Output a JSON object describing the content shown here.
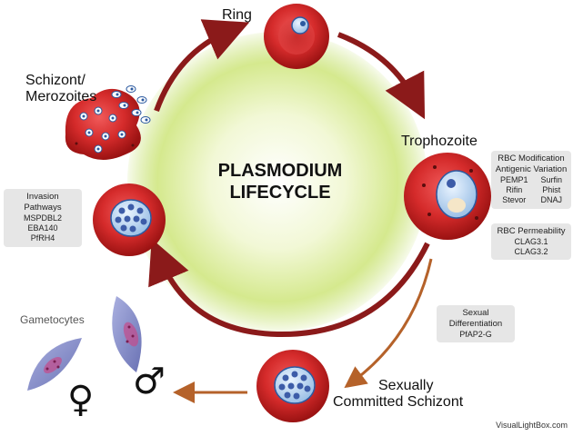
{
  "diagram": {
    "title_line1": "PLASMODIUM",
    "title_line2": "LIFECYCLE",
    "stages": {
      "ring": "Ring",
      "trophozoite": "Trophozoite",
      "schizont_line1": "Schizont/",
      "schizont_line2": "Merozoites",
      "committed_line1": "Sexually",
      "committed_line2": "Committed Schizont",
      "gametocytes": "Gametocytes"
    },
    "boxes": {
      "invasion": {
        "title": "Invasion Pathways",
        "items": [
          "MSPDBL2",
          "EBA140",
          "PfRH4"
        ]
      },
      "rbc_mod": {
        "title_line1": "RBC Modification",
        "title_line2": "Antigenic Variation",
        "col1": [
          "PEMP1",
          "Rifin",
          "Stevor"
        ],
        "col2": [
          "Surfin",
          "Phist",
          "DNAJ"
        ]
      },
      "rbc_perm": {
        "title": "RBC Permeability",
        "items": [
          "CLAG3.1",
          "CLAG3.2"
        ]
      },
      "sexual": {
        "title_line1": "Sexual",
        "title_line2": "Differentiation",
        "item": "PfAP2-G"
      }
    },
    "symbols": {
      "female": "♀",
      "male": "♂"
    },
    "credit": "VisualLightBox.com",
    "colors": {
      "cycle_arrow": "#8b1a1a",
      "sexual_arrow": "#b5622a",
      "rbc": "#d52b2b",
      "center_glow": "#c8e27a",
      "box_bg": "#e6e6e6",
      "gametocyte": "#8c93c9"
    }
  }
}
